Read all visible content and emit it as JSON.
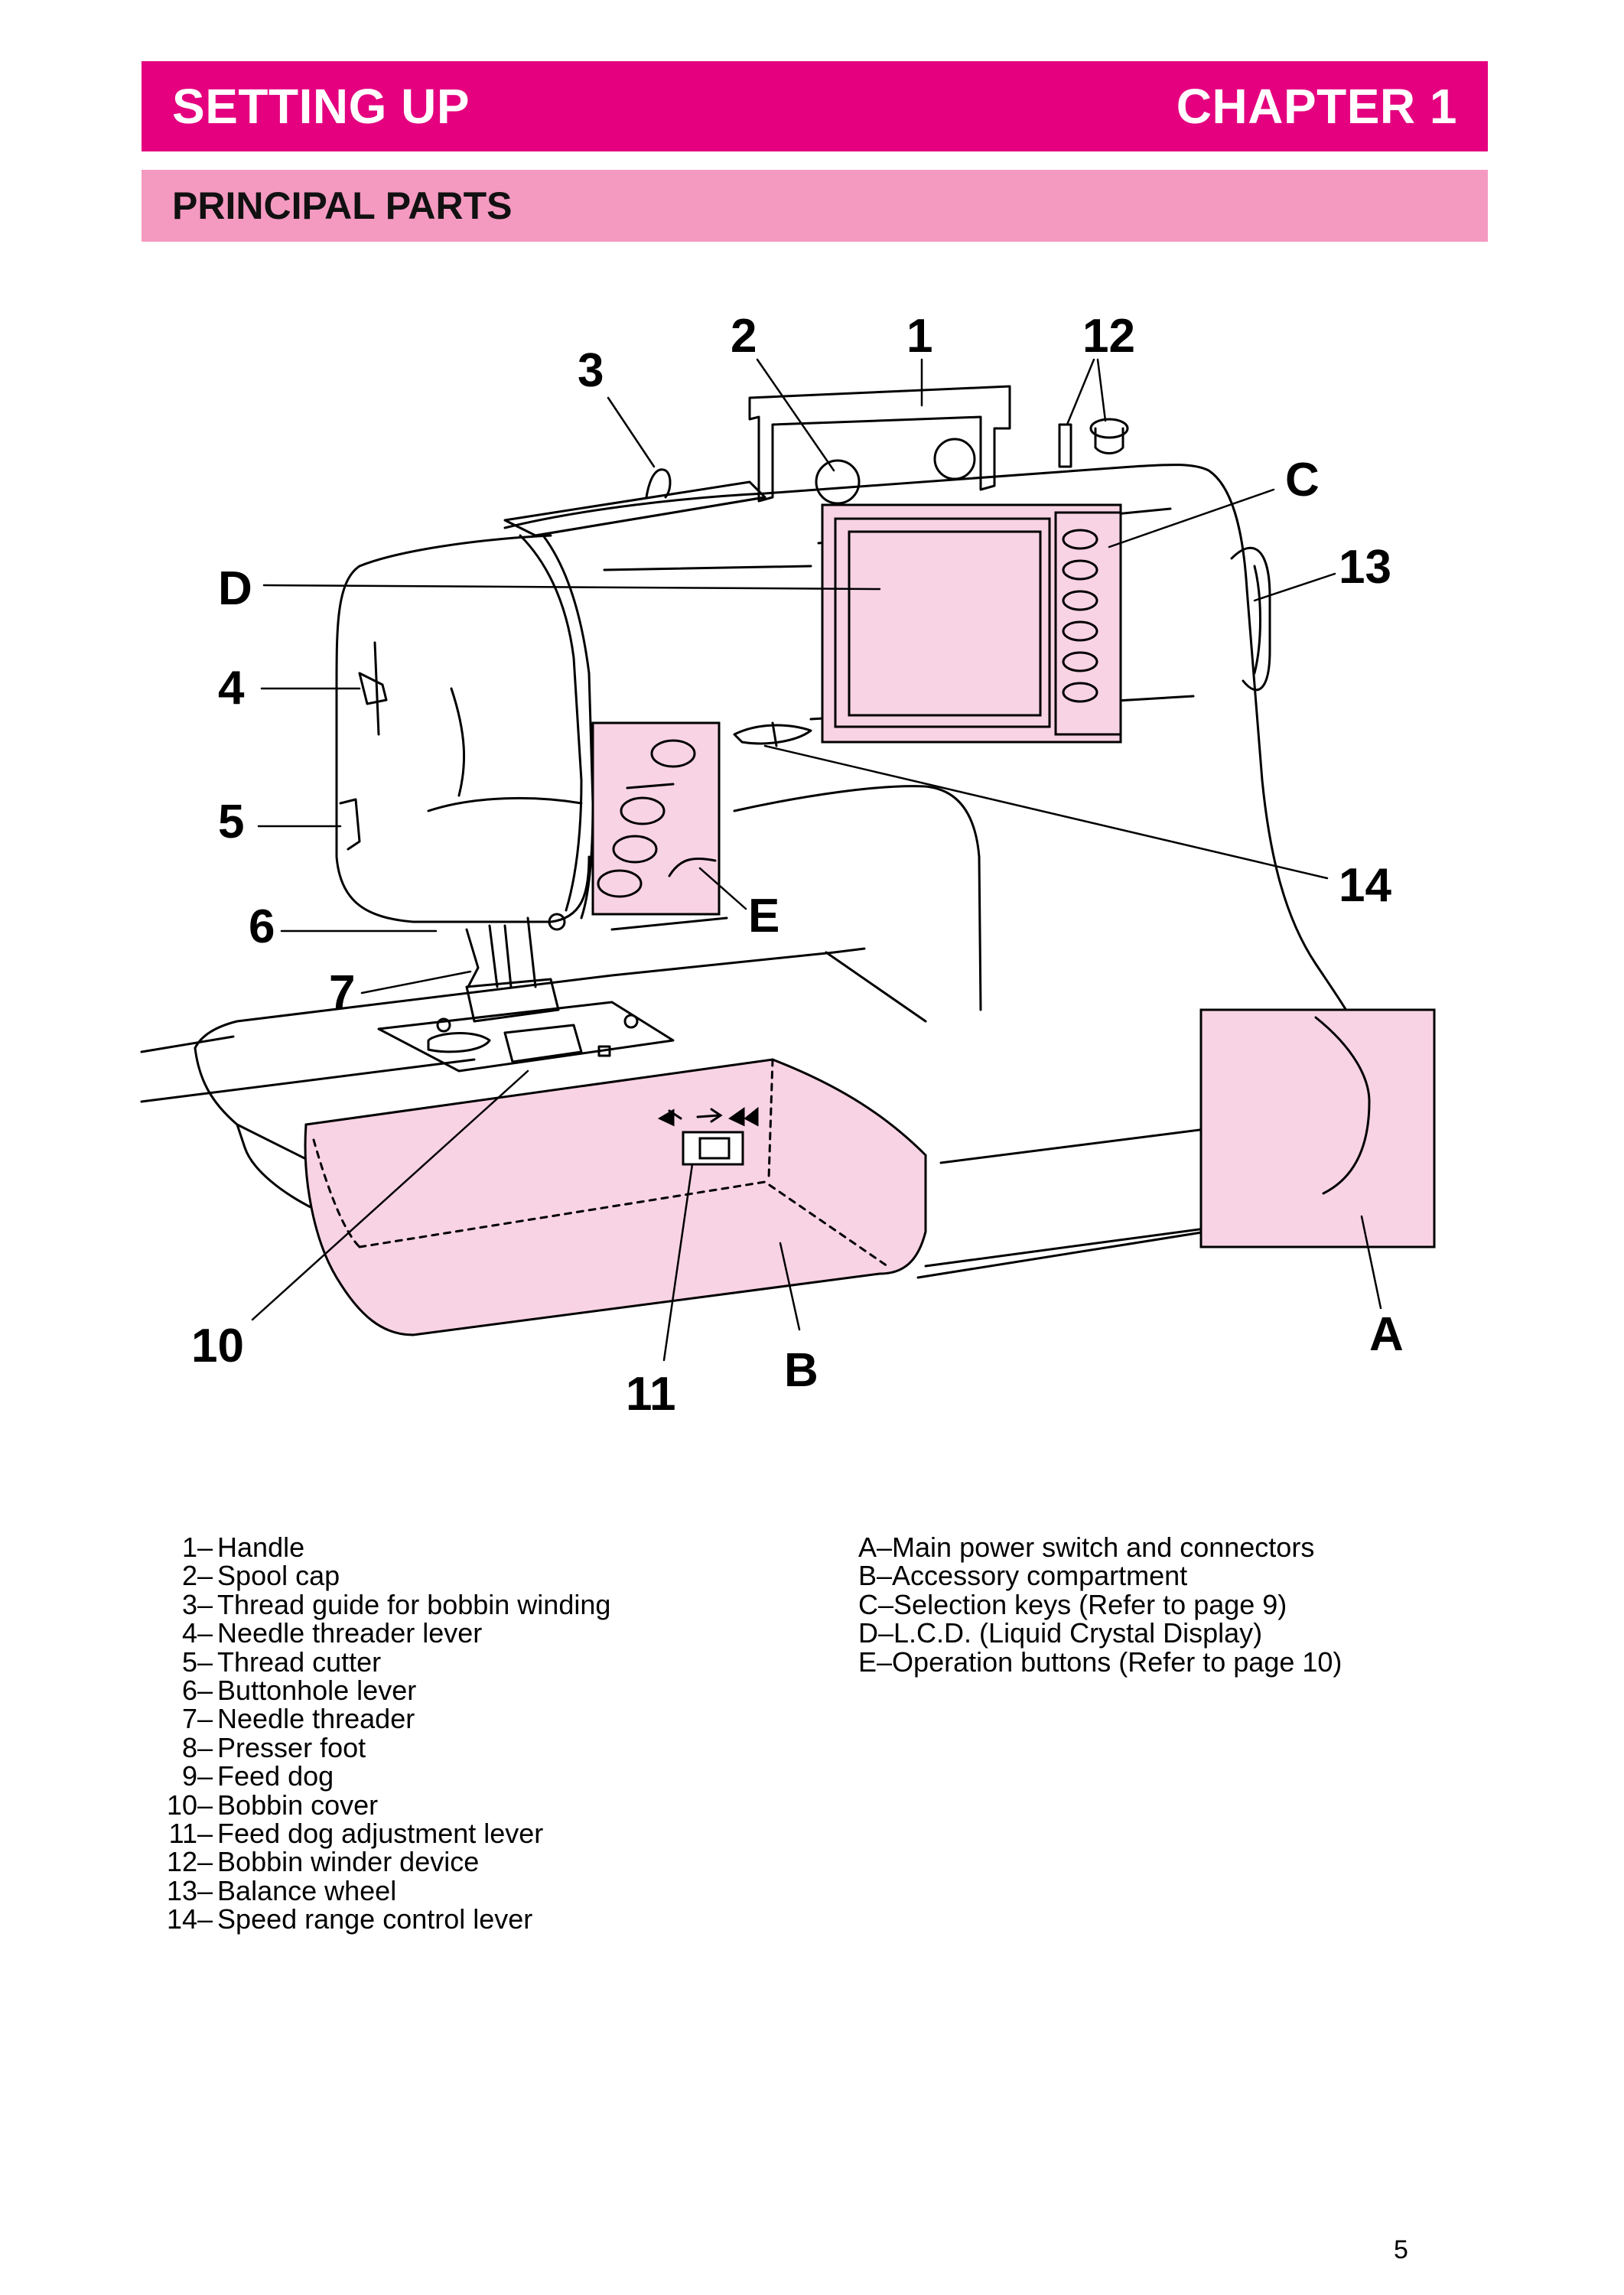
{
  "header": {
    "title": "SETTING UP",
    "chapter": "CHAPTER 1"
  },
  "section": {
    "title": "PRINCIPAL PARTS"
  },
  "figure": {
    "callouts": {
      "n1": "1",
      "n2": "2",
      "n3": "3",
      "n4": "4",
      "n5": "5",
      "n6": "6",
      "n7": "7",
      "n10": "10",
      "n11": "11",
      "n12": "12",
      "n13": "13",
      "n14": "14",
      "A": "A",
      "B": "B",
      "C": "C",
      "D": "D",
      "E": "E"
    },
    "highlight_color": "#f8d3e3",
    "line_color": "#000000"
  },
  "legend_numbered": [
    {
      "num": "1",
      "label": "Handle"
    },
    {
      "num": "2",
      "label": "Spool cap"
    },
    {
      "num": "3",
      "label": "Thread guide for bobbin winding"
    },
    {
      "num": "4",
      "label": "Needle threader lever"
    },
    {
      "num": "5",
      "label": "Thread cutter"
    },
    {
      "num": "6",
      "label": "Buttonhole lever"
    },
    {
      "num": "7",
      "label": "Needle threader"
    },
    {
      "num": "8",
      "label": "Presser foot"
    },
    {
      "num": "9",
      "label": "Feed dog"
    },
    {
      "num": "10",
      "label": "Bobbin cover"
    },
    {
      "num": "11",
      "label": "Feed dog adjustment lever"
    },
    {
      "num": "12",
      "label": "Bobbin winder device"
    },
    {
      "num": "13",
      "label": "Balance wheel"
    },
    {
      "num": "14",
      "label": "Speed range control lever"
    }
  ],
  "legend_lettered": [
    {
      "num": "A",
      "label": "Main power switch and connectors"
    },
    {
      "num": "B",
      "label": "Accessory compartment"
    },
    {
      "num": "C",
      "label": "Selection keys (Refer to page 9)"
    },
    {
      "num": "D",
      "label": "L.C.D. (Liquid Crystal Display)"
    },
    {
      "num": "E",
      "label": "Operation buttons (Refer to page 10)"
    }
  ],
  "page_number": "5"
}
